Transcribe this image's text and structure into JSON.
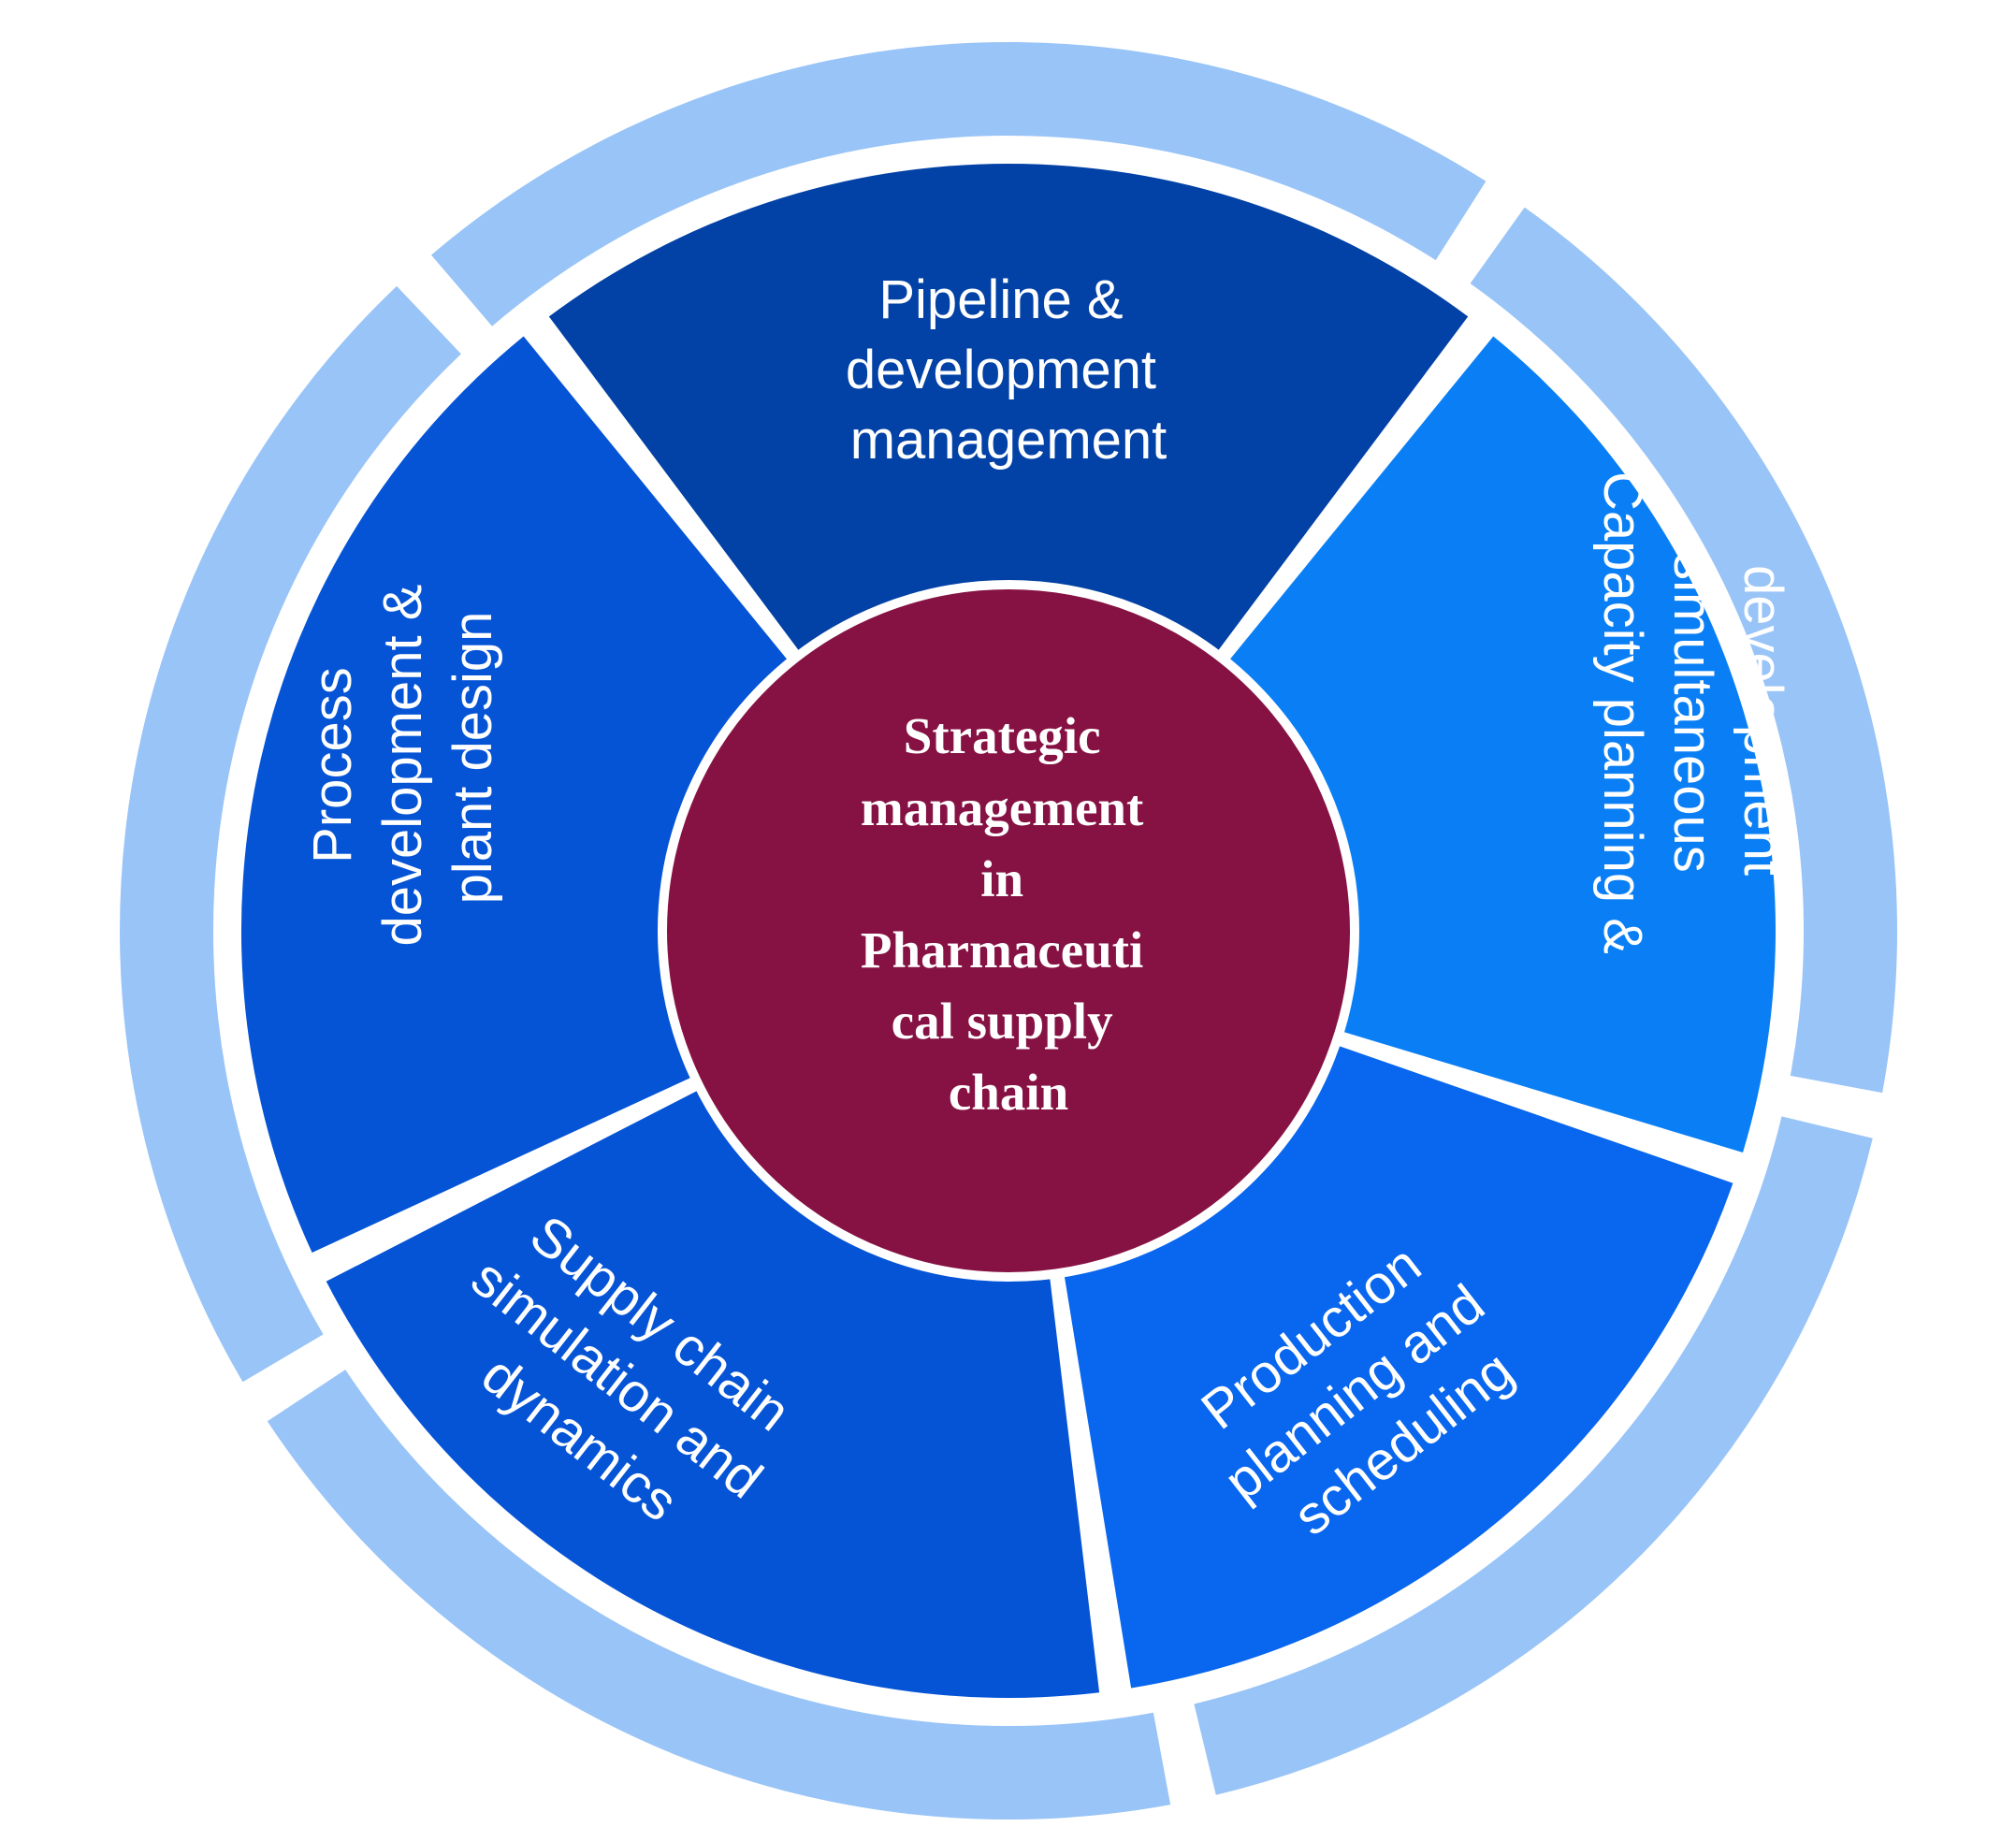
{
  "diagram": {
    "center": {
      "lines": [
        "Strategic",
        "management",
        "in",
        "Pharmaceuti",
        "cal supply",
        "chain"
      ],
      "color": "#861244"
    },
    "segments": [
      {
        "lines": [
          "Pipeline &",
          "development",
          "management"
        ],
        "color": "#0241a5"
      },
      {
        "lines": [
          "Capacity planning &",
          "simultaneous",
          "development"
        ],
        "color": "#0a7ff5"
      },
      {
        "lines": [
          "Production",
          "planning and",
          "scheduling"
        ],
        "color": "#0866ef"
      },
      {
        "lines": [
          "Supply chain",
          "simulation and",
          "dynamics"
        ],
        "color": "#0554d6"
      },
      {
        "lines": [
          "Process",
          "development &",
          "plant design"
        ],
        "color": "#0554d6"
      }
    ],
    "outer_ring_color": "#99c4f7"
  }
}
